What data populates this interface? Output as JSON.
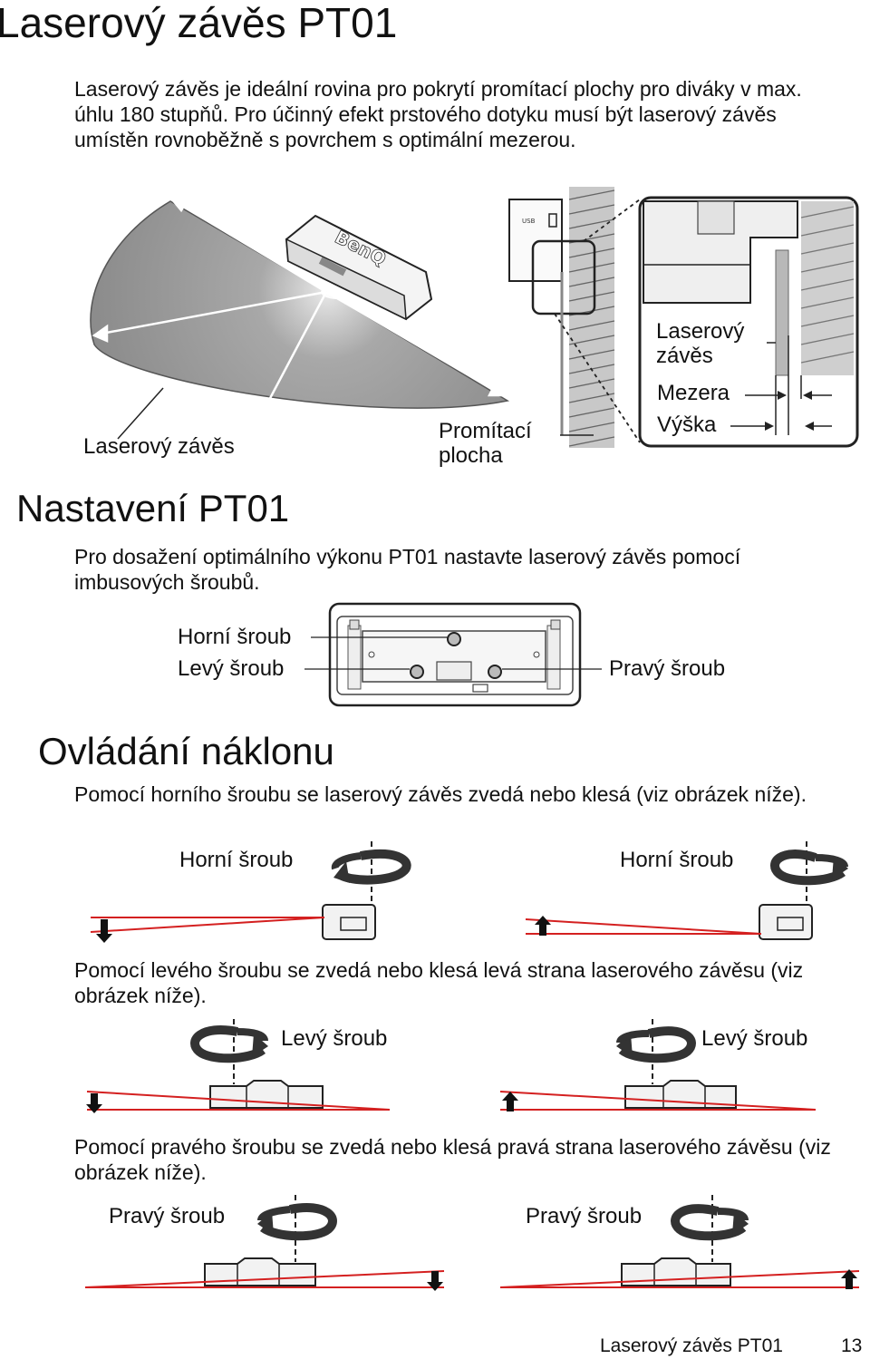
{
  "title": "Laserový závěs PT01",
  "intro_text": "Laserový závěs je ideální rovina pro pokrytí promítací plochy pro diváky v max. úhlu 180 stupňů. Pro účinný efekt prstového dotyku musí být laserový závěs umístěn rovnoběžně s povrchem s optimální mezerou.",
  "figure1": {
    "brand": "BenQ",
    "label_laser_curtain": "Laserový závěs",
    "label_projection_surface": "Promítací plocha",
    "label_detail_curtain": "Laserový závěs",
    "label_gap": "Mezera",
    "label_height": "Výška"
  },
  "section_setup": {
    "heading": "Nastavení PT01",
    "text": "Pro dosažení optimálního výkonu PT01 nastavte laserový závěs pomocí imbusových šroubů.",
    "label_top_screw": "Horní šroub",
    "label_left_screw": "Levý šroub",
    "label_right_screw": "Pravý šroub"
  },
  "section_tilt": {
    "heading": "Ovládání náklonu",
    "top_text": "Pomocí horního šroubu se laserový závěs zvedá nebo klesá (viz obrázek níže).",
    "top_label_a": "Horní šroub",
    "top_label_b": "Horní šroub",
    "left_text": "Pomocí levého šroubu se zvedá nebo klesá levá strana laserového závěsu (viz obrázek níže).",
    "left_label_a": "Levý šroub",
    "left_label_b": "Levý šroub",
    "right_text": "Pomocí pravého šroubu se zvedá nebo klesá pravá strana laserového závěsu (viz obrázek níže).",
    "right_label_a": "Pravý šroub",
    "right_label_b": "Pravý šroub"
  },
  "footer": {
    "section": "Laserový závěs PT01",
    "page_number": "13"
  },
  "colors": {
    "laser_line": "#d42020",
    "fan_fill": "#8f8f8f",
    "wall_hatch": "#777777",
    "text": "#111111"
  }
}
